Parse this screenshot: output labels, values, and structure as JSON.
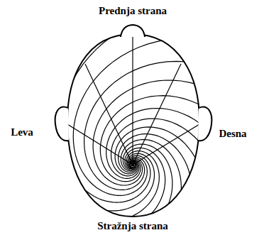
{
  "diagram": {
    "labels": [
      "Prednja strana",
      "Leva",
      "Desna",
      "Stražnja strana"
    ]
  }
}
